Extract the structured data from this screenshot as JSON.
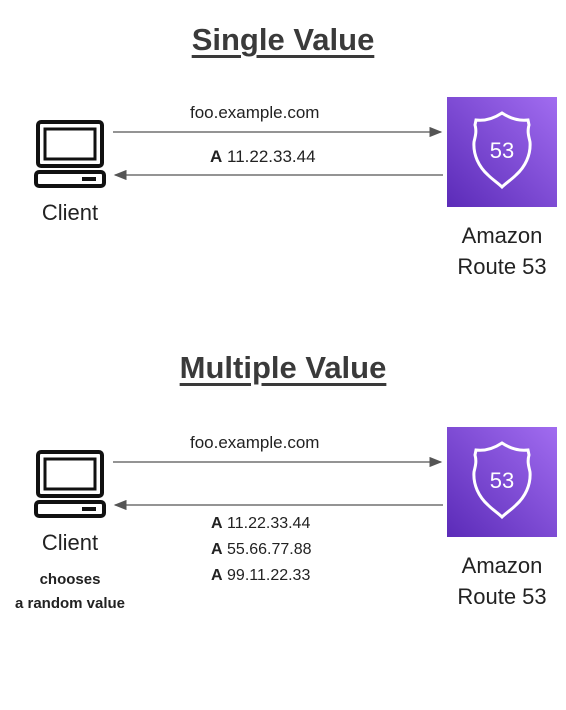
{
  "single": {
    "title": "Single Value",
    "query": "foo.example.com",
    "response": {
      "type": "A",
      "value": "11.22.33.44"
    },
    "client_label": "Client",
    "server_label_line1": "Amazon",
    "server_label_line2": "Route 53",
    "badge_text": "53"
  },
  "multiple": {
    "title": "Multiple Value",
    "query": "foo.example.com",
    "records": [
      {
        "type": "A",
        "value": "11.22.33.44"
      },
      {
        "type": "A",
        "value": "55.66.77.88"
      },
      {
        "type": "A",
        "value": "99.11.22.33"
      }
    ],
    "client_label": "Client",
    "client_note_line1": "chooses",
    "client_note_line2": "a random value",
    "server_label_line1": "Amazon",
    "server_label_line2": "Route 53",
    "badge_text": "53"
  },
  "colors": {
    "route53_top": "#a16cf0",
    "route53_bottom": "#5b2bb8",
    "arrow": "#555555",
    "text": "#222222"
  }
}
